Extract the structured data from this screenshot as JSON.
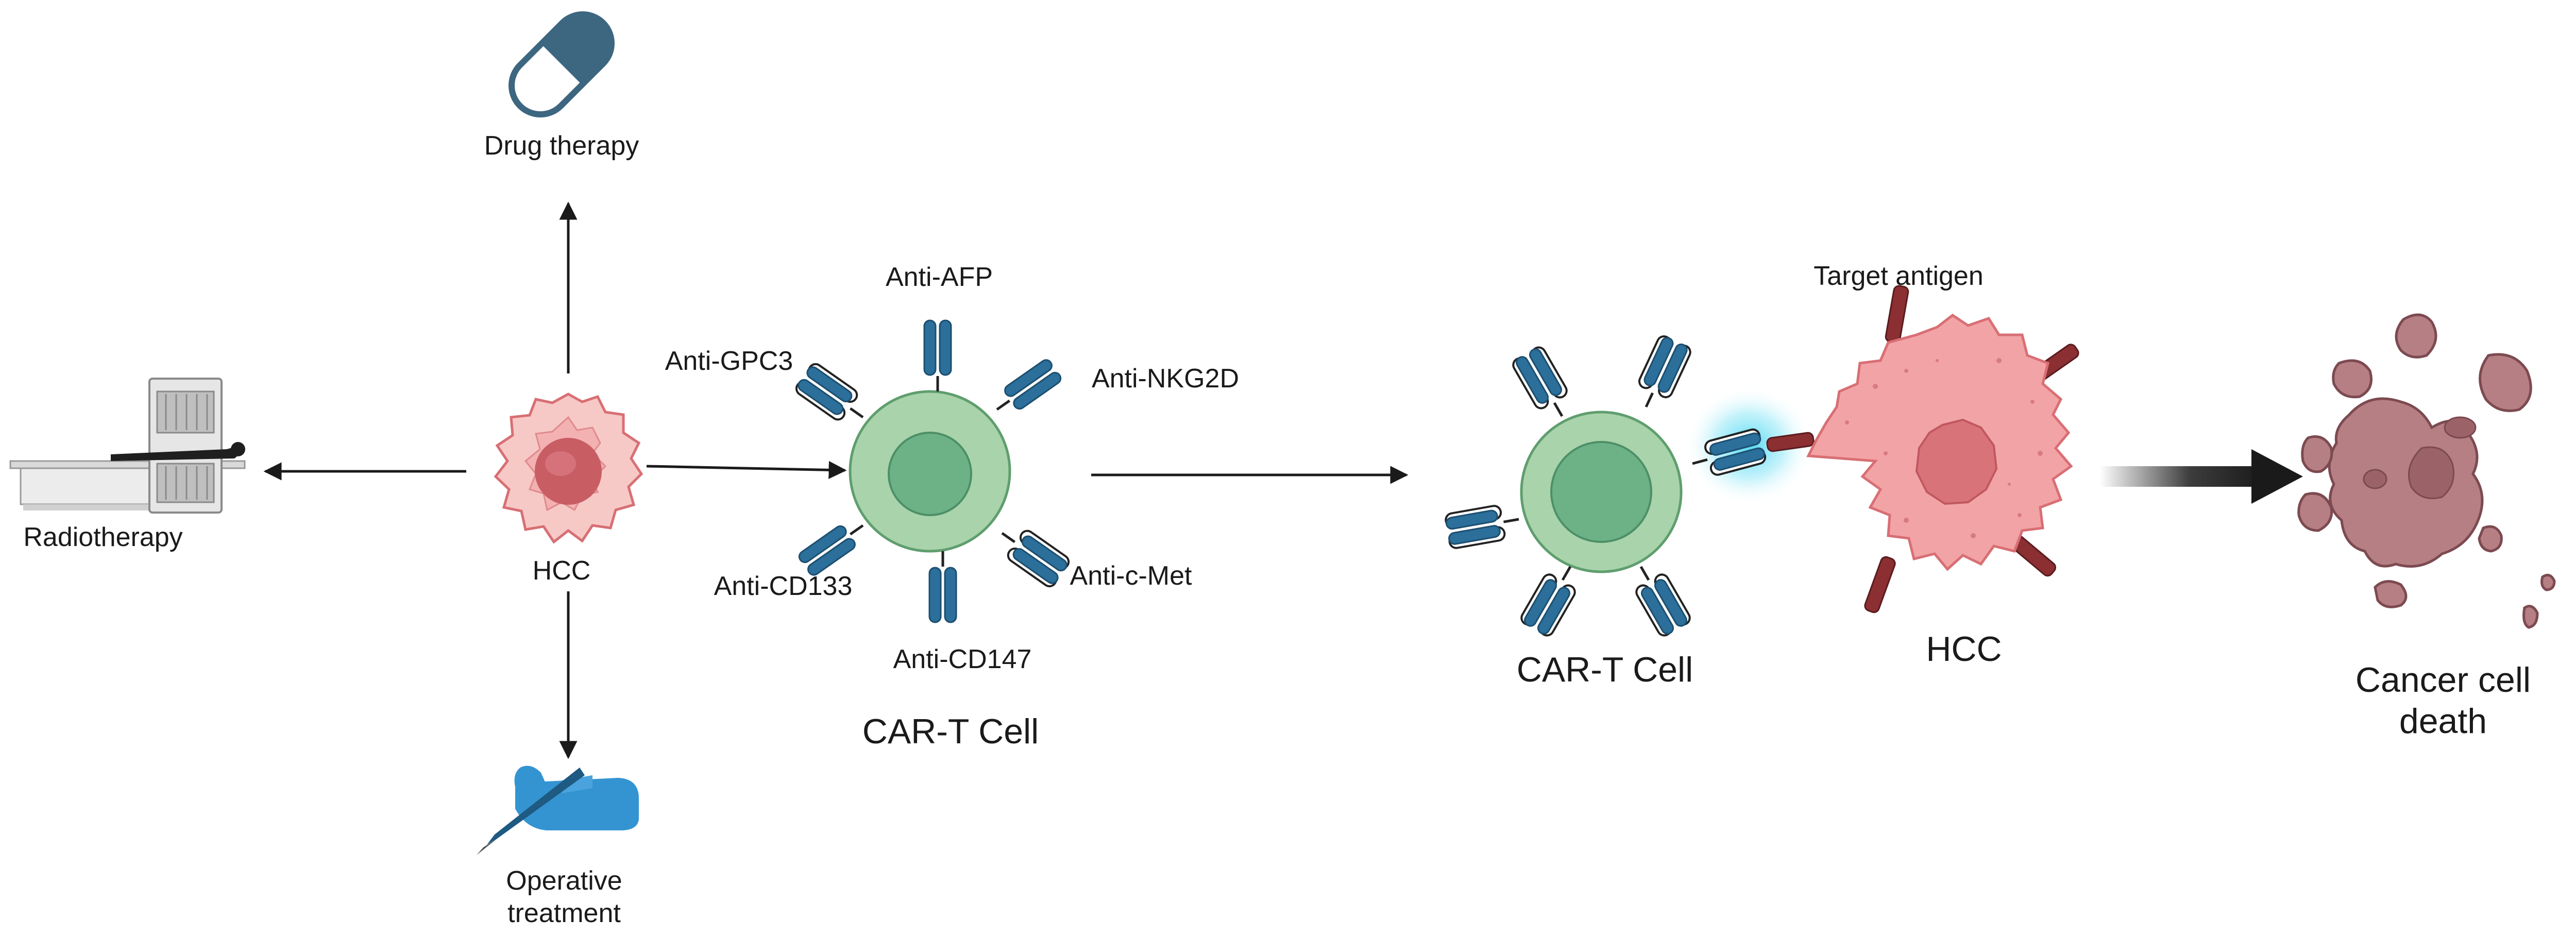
{
  "treatments": {
    "drug_therapy": "Drug therapy",
    "radiotherapy": "Radiotherapy",
    "operative_line1": "Operative",
    "operative_line2": "treatment",
    "center": "HCC"
  },
  "car_t_panel": {
    "title": "CAR-T Cell",
    "receptors": {
      "afp": "Anti-AFP",
      "gpc3": "Anti-GPC3",
      "nkg2d": "Anti-NKG2D",
      "cmet": "Anti-c-Met",
      "cd133": "Anti-CD133",
      "cd147": "Anti-CD147"
    }
  },
  "interaction": {
    "car_t_label": "CAR-T Cell",
    "target_antigen": "Target antigen",
    "hcc_label": "HCC",
    "outcome_line1": "Cancer cell",
    "outcome_line2": "death"
  },
  "colors": {
    "receptor_blue": "#2b6f9a",
    "tcell_outer": "#a9d3ab",
    "tcell_inner": "#6db287",
    "tumor_pink": "#f2a3a6",
    "tumor_core": "#d9737a",
    "antigen": "#8b2f33",
    "dead_cell": "#b57f84",
    "drug_capsule": "#3d6680",
    "hand_blue": "#3494d1",
    "glow": "#49d7f2"
  },
  "icons": [
    "capsule-icon",
    "ct-scanner-icon",
    "gloved-hand-scalpel-icon"
  ]
}
